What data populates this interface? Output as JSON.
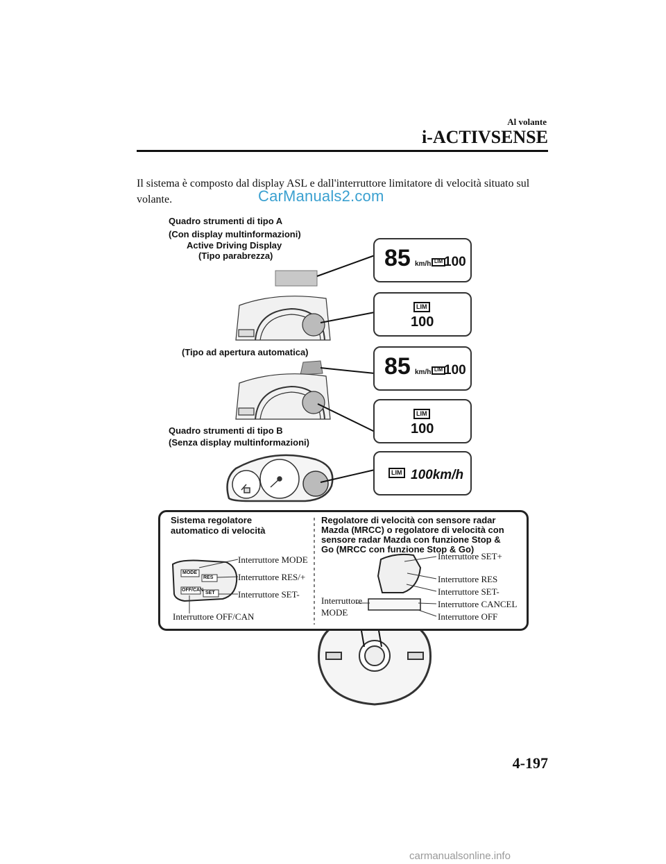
{
  "header": {
    "section": "Al volante",
    "chapter": "i-ACTIVSENSE"
  },
  "intro_text": "Il sistema è composto dal display ASL e dall'interruttore limitatore di velocità situato sul volante.",
  "watermark": "CarManuals2.com",
  "diagram": {
    "label_type_a_1": "Quadro strumenti di tipo A",
    "label_type_a_2": "(Con display multinformazioni)",
    "label_add_1": "Active Driving Display",
    "label_add_2": "(Tipo parabrezza)",
    "label_auto_open": "(Tipo ad apertura automatica)",
    "label_type_b_1": "Quadro strumenti di tipo B",
    "label_type_b_2": "(Senza display multinformazioni)",
    "display_speed": "85",
    "display_unit": "km/h",
    "display_limit": "100",
    "lim_badge": "LIM",
    "lcd_speed_limit": "100km/h"
  },
  "switch_panel": {
    "left_title_1": "Sistema regolatore",
    "left_title_2": "automatico di velocità",
    "left_labels": {
      "mode": "Interruttore MODE",
      "res_plus": "Interruttore RES/+",
      "set_minus": "Interruttore SET-",
      "off_can": "Interruttore OFF/CAN"
    },
    "left_buttons": {
      "mode": "MODE",
      "res": "RES",
      "set": "SET",
      "offcan": "OFF/CAN"
    },
    "right_title_1": "Regolatore di velocità con sensore radar",
    "right_title_2": "Mazda (MRCC) o regolatore di velocità con",
    "right_title_3": "sensore radar Mazda con funzione Stop &",
    "right_title_4": "Go (MRCC con funzione Stop & Go)",
    "right_labels": {
      "set_plus": "Interruttore SET+",
      "res": "Interruttore RES",
      "set_minus": "Interruttore SET-",
      "cancel": "Interruttore CANCEL",
      "off": "Interruttore OFF",
      "mode_1": "Interruttore",
      "mode_2": "MODE"
    }
  },
  "page_number": "4-197",
  "footer_url": "carmanualsonline.info"
}
